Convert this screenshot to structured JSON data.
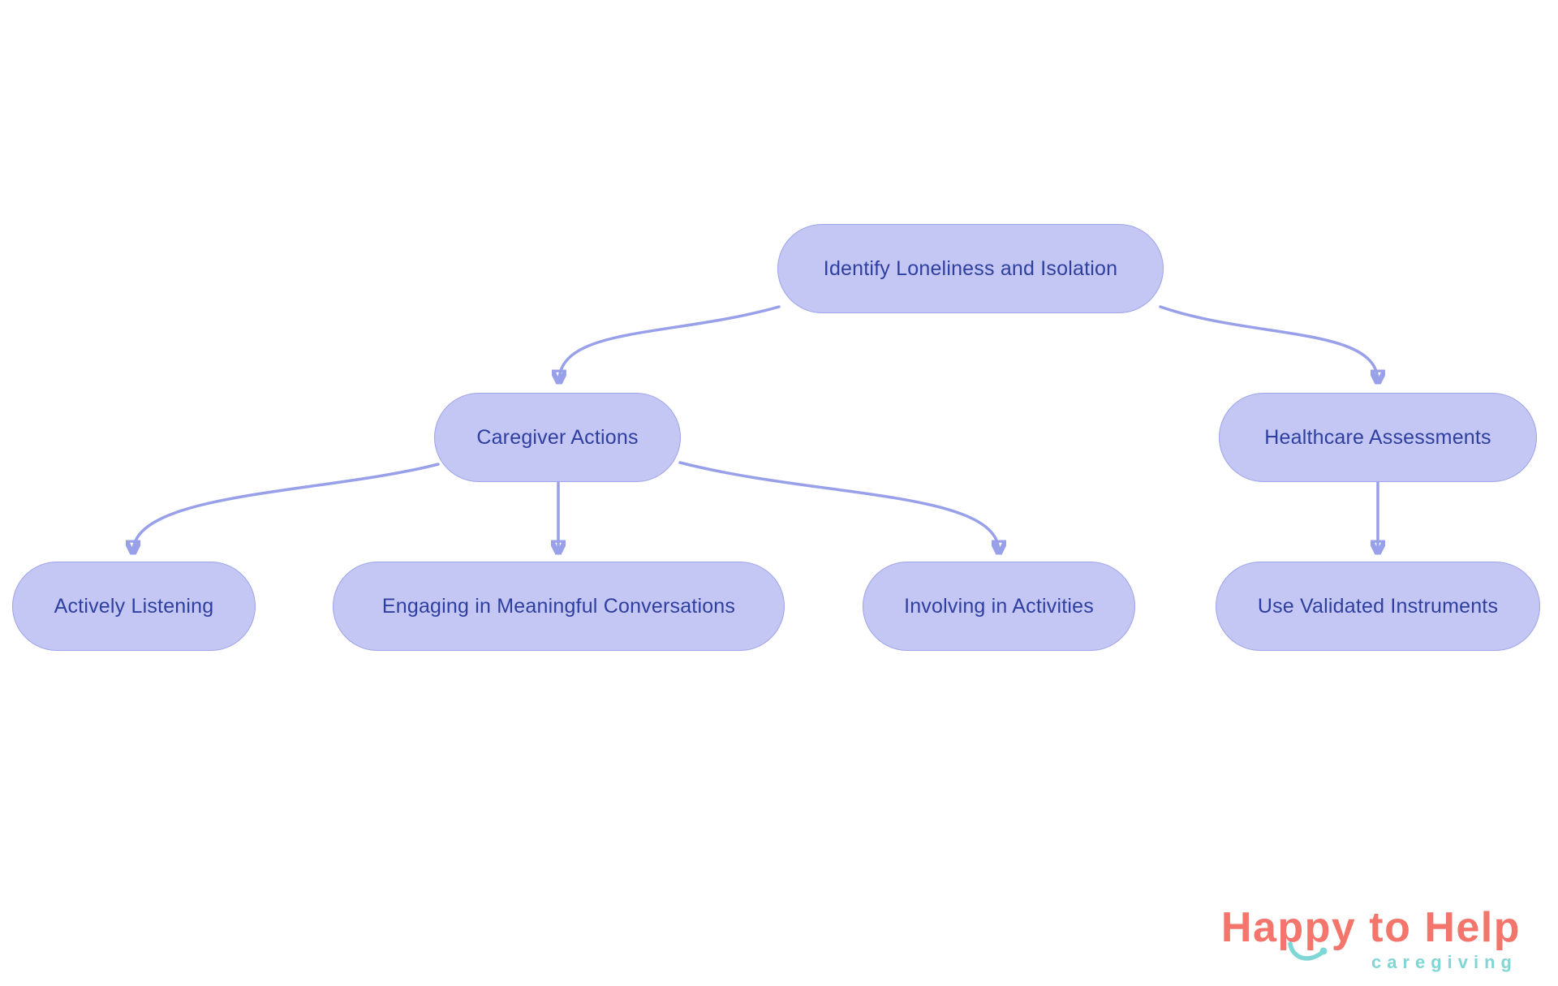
{
  "diagram": {
    "nodes": {
      "root": {
        "label": "Identify Loneliness and Isolation"
      },
      "caregiver": {
        "label": "Caregiver Actions"
      },
      "healthcare": {
        "label": "Healthcare Assessments"
      },
      "listening": {
        "label": "Actively Listening"
      },
      "conversations": {
        "label": "Engaging in Meaningful Conversations"
      },
      "activities": {
        "label": "Involving in Activities"
      },
      "instruments": {
        "label": "Use Validated Instruments"
      }
    },
    "edges": [
      {
        "from": "root",
        "to": "caregiver"
      },
      {
        "from": "root",
        "to": "healthcare"
      },
      {
        "from": "caregiver",
        "to": "listening"
      },
      {
        "from": "caregiver",
        "to": "conversations"
      },
      {
        "from": "caregiver",
        "to": "activities"
      },
      {
        "from": "healthcare",
        "to": "instruments"
      }
    ],
    "colors": {
      "node_fill": "#c4c7f3",
      "node_border": "#9ea4ea",
      "node_text": "#2f3f9f",
      "arrow": "#99a0ea"
    }
  },
  "logo": {
    "brand": "Happy to Help",
    "subtitle": "caregiving",
    "brand_color": "#f3756c",
    "subtitle_color": "#7fd6d5"
  }
}
